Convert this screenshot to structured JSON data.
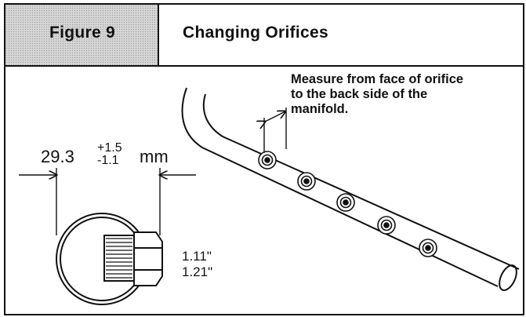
{
  "header": {
    "figure_label": "Figure 9",
    "title": "Changing Orifices"
  },
  "instruction": {
    "line1": "Measure from face of orifice",
    "line2": "to the back side of the",
    "line3": "manifold."
  },
  "dimension": {
    "value": "29.3",
    "tolerance_plus": "+1.5",
    "tolerance_minus": "-1.1",
    "unit": "mm"
  },
  "orifice_sizes": [
    "1.11\"",
    "1.21\""
  ],
  "colors": {
    "line": "#111111",
    "header_fill": "#d4d4d4"
  }
}
